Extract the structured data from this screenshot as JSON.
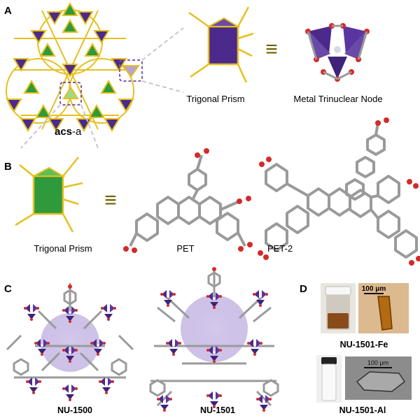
{
  "panels": {
    "A": "A",
    "B": "B",
    "C": "C",
    "D": "D"
  },
  "panel_a": {
    "net_label_bold": "acs",
    "net_label_suffix": "-a",
    "prism_caption": "Trigonal Prism",
    "node_caption": "Metal Trinuclear Node",
    "equivalence_symbol": "≡"
  },
  "panel_b": {
    "prism_caption": "Trigonal Prism",
    "linker1_caption": "PET",
    "linker2_caption": "PET-2",
    "equivalence_symbol": "≡"
  },
  "panel_c": {
    "mof1_caption": "NU-1500",
    "mof2_caption": "NU-1501"
  },
  "panel_d": {
    "fe_caption": "NU-1501-Fe",
    "al_caption": "NU-1501-Al",
    "fe_scale": "100 μm",
    "al_scale": "100 μm"
  },
  "colors": {
    "purple": "#4b2a8c",
    "green": "#2e9a3c",
    "gold": "#e6c01e",
    "grey": "#9a9a9a",
    "red": "#d42a2a",
    "dash": "#7c5aa6"
  }
}
